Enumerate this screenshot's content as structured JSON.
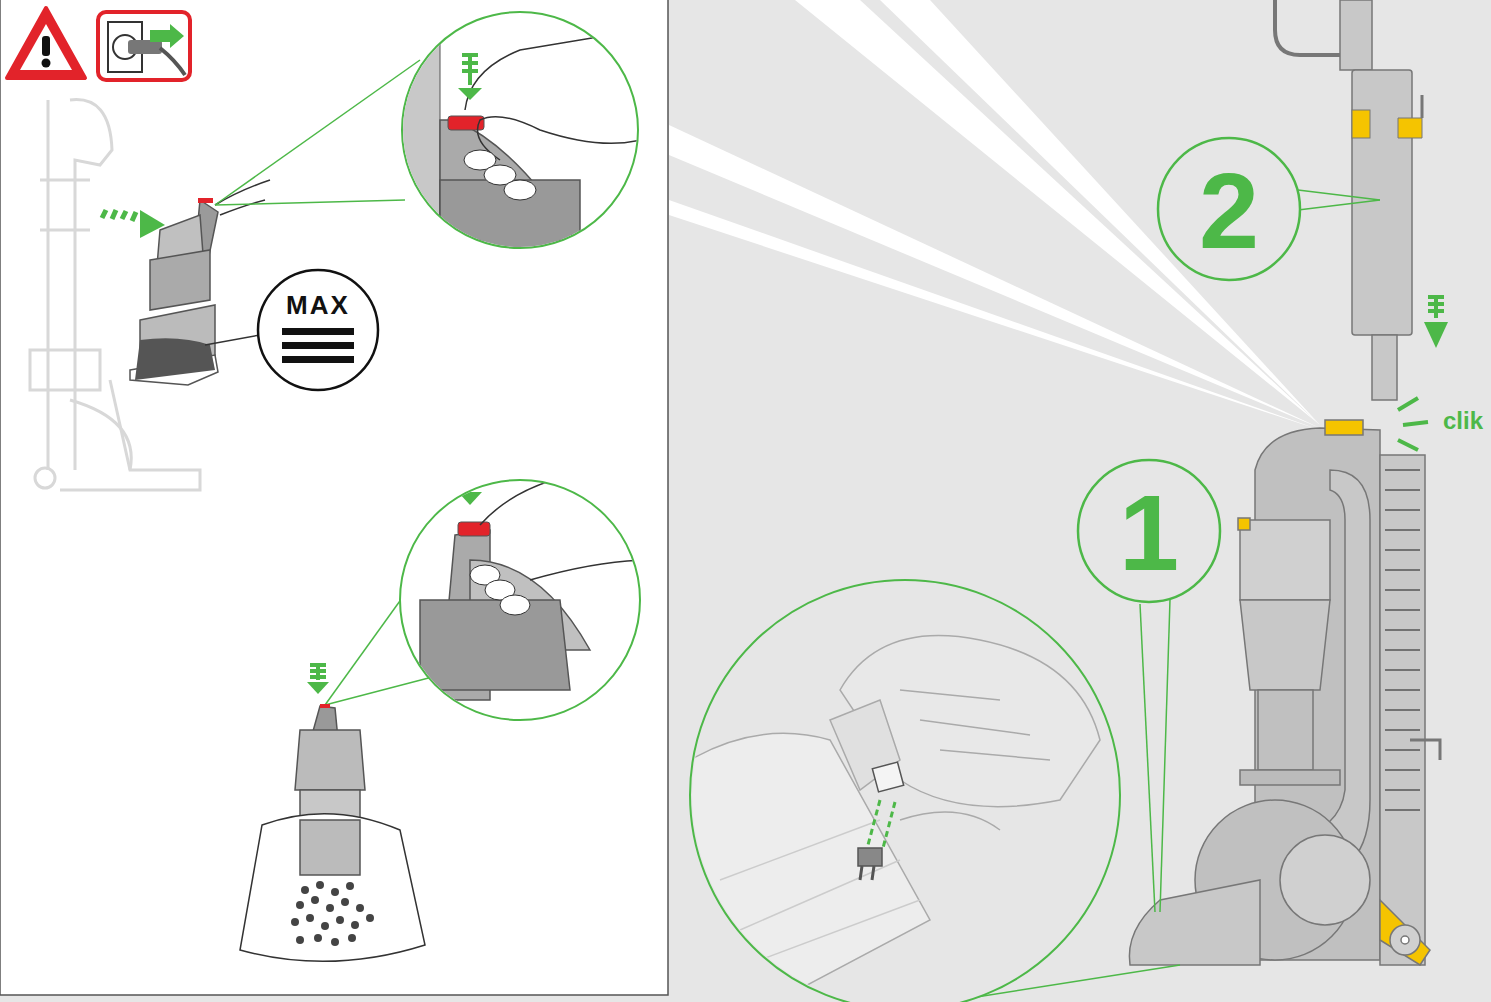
{
  "diagram": {
    "nodes": [
      {
        "text": [
          "MAX"
        ]
      },
      {
        "text": [
          "2"
        ]
      },
      {
        "text": [
          "1"
        ]
      }
    ],
    "labels": [
      "clik"
    ]
  }
}
